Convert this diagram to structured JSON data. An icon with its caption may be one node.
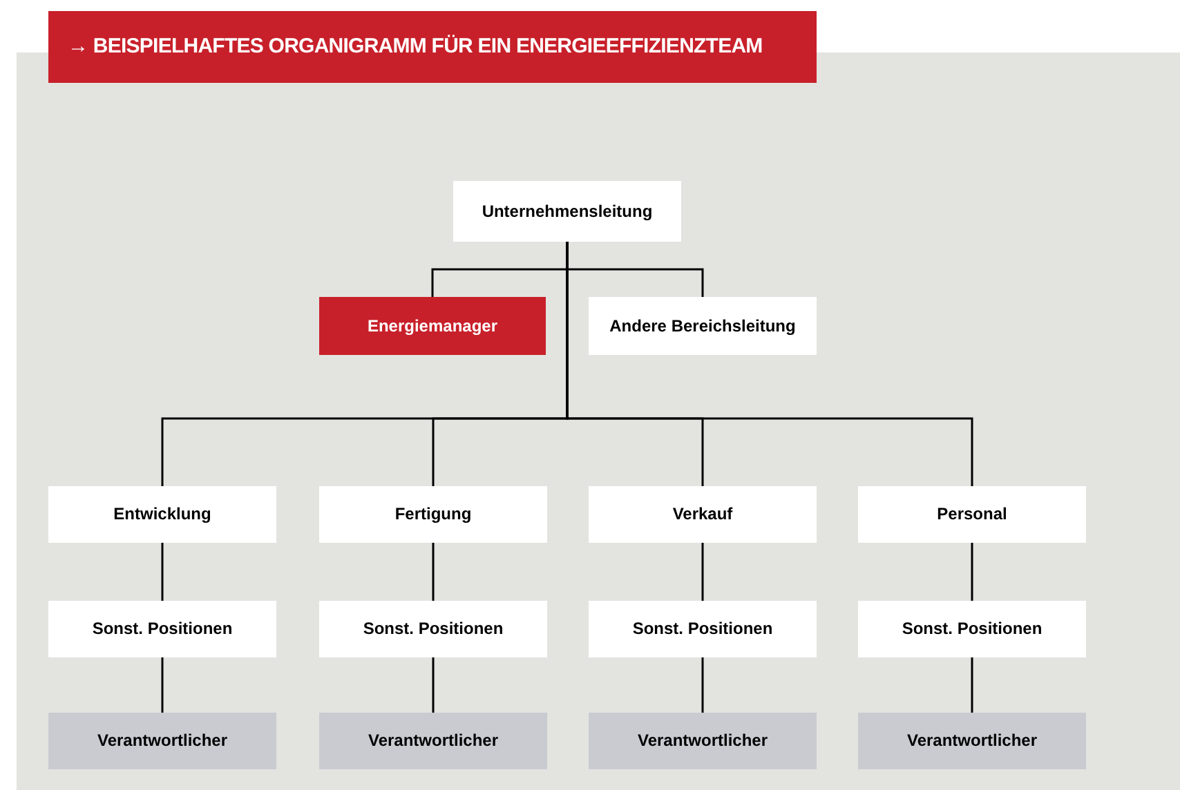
{
  "diagram": {
    "title": "→ BEISPIELHAFTES ORGANIGRAMM FÜR EIN ENERGIEEFFIZIENZTEAM",
    "nodes": [
      {
        "text": [
          "Unternehmensleitung"
        ]
      },
      {
        "text": [
          "Energiemanager"
        ]
      },
      {
        "text": [
          "Andere Bereichsleitung"
        ]
      },
      {
        "text": [
          "Entwicklung"
        ]
      },
      {
        "text": [
          "Fertigung"
        ]
      },
      {
        "text": [
          "Verkauf"
        ]
      },
      {
        "text": [
          "Personal"
        ]
      },
      {
        "text": [
          "Sonst. Positionen"
        ]
      },
      {
        "text": [
          "Sonst. Positionen"
        ]
      },
      {
        "text": [
          "Sonst. Positionen"
        ]
      },
      {
        "text": [
          "Sonst. Positionen"
        ]
      },
      {
        "text": [
          "Verantwortlicher"
        ]
      },
      {
        "text": [
          "Verantwortlicher"
        ]
      },
      {
        "text": [
          "Verantwortlicher"
        ]
      },
      {
        "text": [
          "Verantwortlicher"
        ]
      }
    ],
    "edges": [
      {
        "from": 0,
        "to": 1,
        "arrow": "none"
      },
      {
        "from": 0,
        "to": 2,
        "arrow": "none"
      },
      {
        "from": 0,
        "to": 3,
        "arrow": "none"
      },
      {
        "from": 0,
        "to": 4,
        "arrow": "none"
      },
      {
        "from": 0,
        "to": 5,
        "arrow": "none"
      },
      {
        "from": 0,
        "to": 6,
        "arrow": "none"
      },
      {
        "from": 3,
        "to": 7,
        "arrow": "none"
      },
      {
        "from": 4,
        "to": 8,
        "arrow": "none"
      },
      {
        "from": 5,
        "to": 9,
        "arrow": "none"
      },
      {
        "from": 6,
        "to": 10,
        "arrow": "none"
      },
      {
        "from": 7,
        "to": 11,
        "arrow": "none"
      },
      {
        "from": 8,
        "to": 12,
        "arrow": "none"
      },
      {
        "from": 9,
        "to": 13,
        "arrow": "none"
      },
      {
        "from": 10,
        "to": 14,
        "arrow": "none"
      }
    ]
  }
}
